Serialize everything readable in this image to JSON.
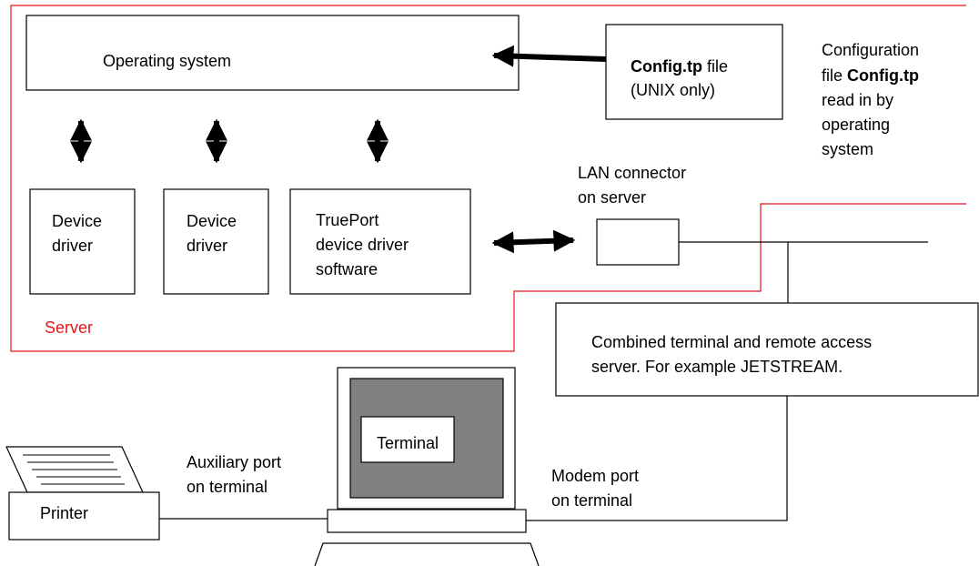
{
  "labels": {
    "operating_system": "Operating system",
    "config_bold": "Config.tp",
    "config_rest": " file",
    "config_line2": "(UNIX only)",
    "note_line1": "Configuration",
    "note_line2_pre": "file ",
    "note_line2_bold": "Config.tp",
    "note_line3": "read in by",
    "note_line4": "operating",
    "note_line5": "system",
    "lan_line1": "LAN connector",
    "lan_line2": "on server",
    "device1_line1": "Device",
    "device1_line2": "driver",
    "device2_line1": "Device",
    "device2_line2": "driver",
    "trueport_line1": "TruePort",
    "trueport_line2": "device driver",
    "trueport_line3": "software",
    "server": "Server",
    "combined_line1": "Combined terminal and remote access",
    "combined_line2": "server. For example JETSTREAM.",
    "terminal": "Terminal",
    "aux_line1": "Auxiliary port",
    "aux_line2": "on terminal",
    "modem_line1": "Modem port",
    "modem_line2": "on terminal",
    "printer": "Printer"
  },
  "colors": {
    "server_boundary": "#e8141b",
    "terminal_screen": "#808080",
    "stroke": "#000000"
  }
}
